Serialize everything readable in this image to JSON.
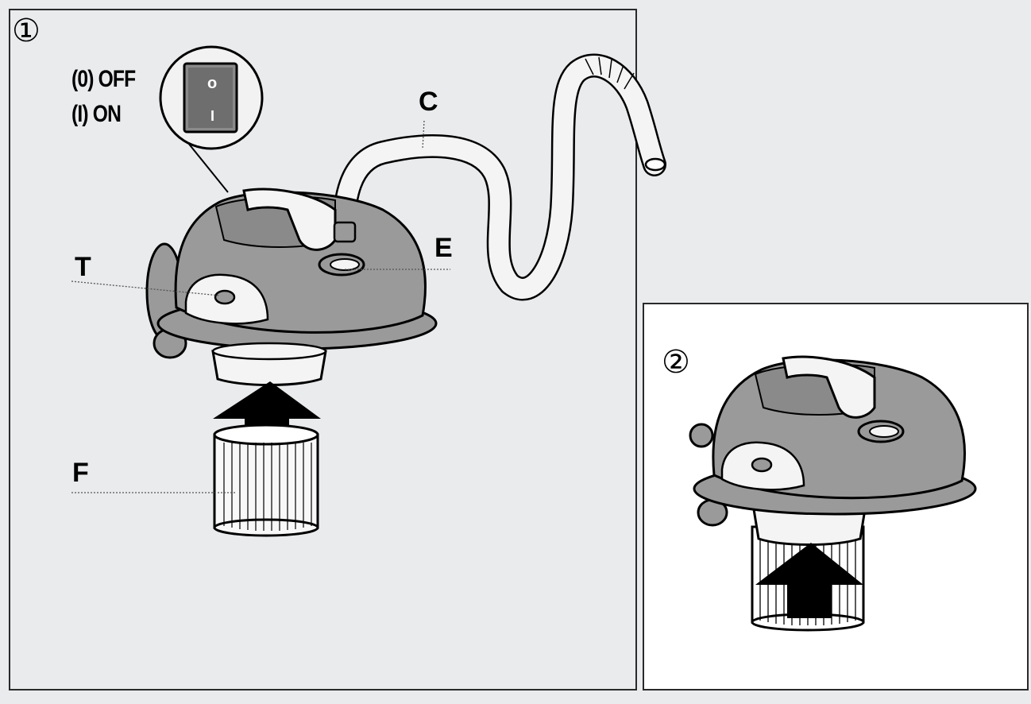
{
  "panel1": {
    "step_number": "①",
    "switch": {
      "off_label": "(0) OFF",
      "on_label": "(I) ON",
      "top_symbol": "o",
      "bottom_symbol": "I"
    },
    "labels": {
      "hose": "C",
      "outlet": "E",
      "tank_latch": "T",
      "filter": "F"
    }
  },
  "panel2": {
    "step_number": "②"
  },
  "colors": {
    "background": "#e9ebed",
    "device_body": "#9a9a9a",
    "device_light": "#f2f2f2",
    "outline": "#000000",
    "arrow": "#000000"
  },
  "icons": {
    "power_switch": "rocker-switch-icon",
    "arrow": "up-arrow-icon"
  }
}
